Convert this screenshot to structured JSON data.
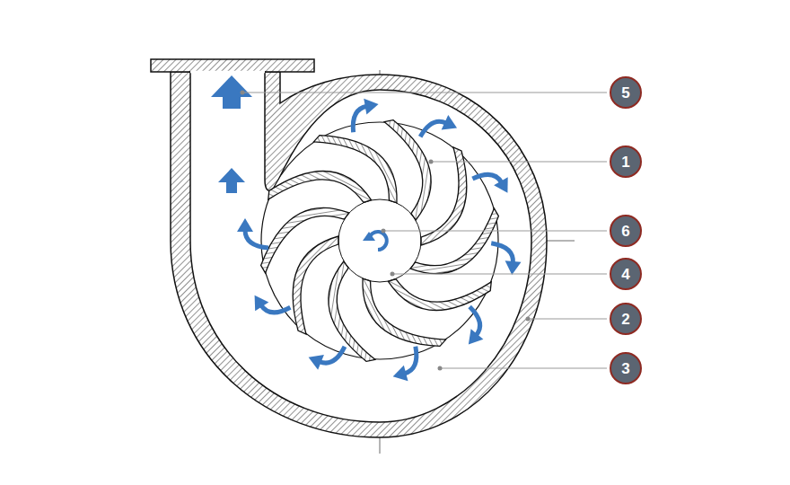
{
  "diagram": {
    "labels": [
      "5",
      "1",
      "6",
      "4",
      "2",
      "3"
    ]
  }
}
